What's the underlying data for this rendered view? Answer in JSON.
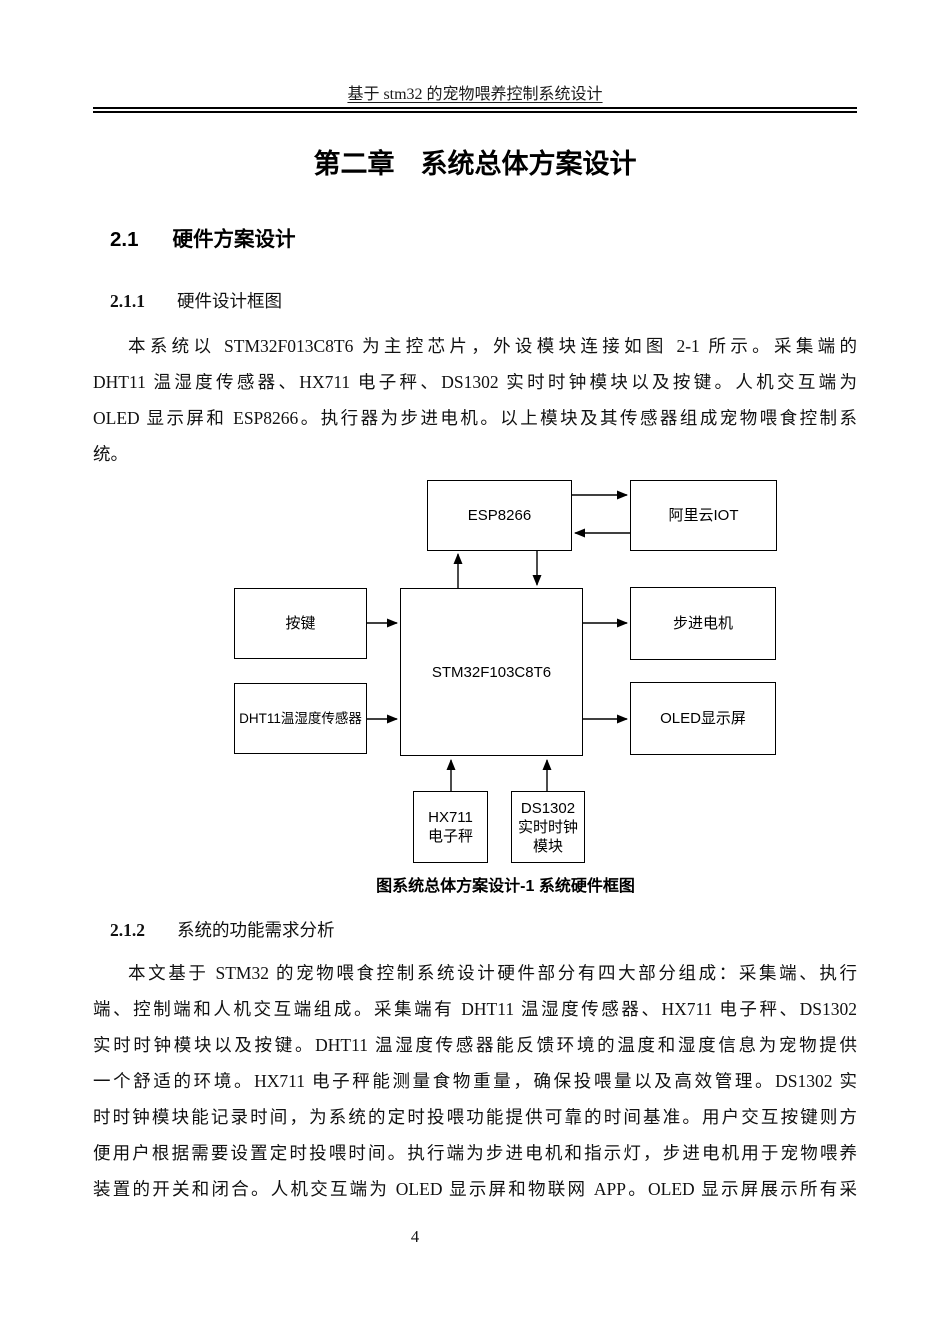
{
  "page": {
    "running_header": "基于 stm32 的宠物喂养控制系统设计",
    "page_number": "4"
  },
  "chapter": {
    "number": "第二章",
    "title": "系统总体方案设计"
  },
  "sections": {
    "s21": {
      "number": "2.1",
      "title": "硬件方案设计"
    },
    "s211": {
      "number": "2.1.1",
      "title": "硬件设计框图"
    },
    "s212": {
      "number": "2.1.2",
      "title": "系统的功能需求分析"
    }
  },
  "paragraph1": {
    "lines": [
      "本系统以 STM32F013C8T6 为主控芯片，外设模块连接如图 2-1 所示。采集端的",
      "DHT11 温湿度传感器、HX711 电子秤、DS1302 实时时钟模块以及按键。人机交互端为",
      "OLED 显示屏和 ESP8266。执行器为步进电机。以上模块及其传感器组成宠物喂食控制系",
      "统。"
    ]
  },
  "paragraph2": {
    "lines": [
      "本文基于 STM32 的宠物喂食控制系统设计硬件部分有四大部分组成：采集端、执行",
      "端、控制端和人机交互端组成。采集端有 DHT11 温湿度传感器、HX711 电子秤、DS1302",
      "实时时钟模块以及按键。DHT11 温湿度传感器能反馈环境的温度和湿度信息为宠物提供",
      "一个舒适的环境。HX711 电子秤能测量食物重量，确保投喂量以及高效管理。DS1302 实",
      "时时钟模块能记录时间，为系统的定时投喂功能提供可靠的时间基准。用户交互按键则方",
      "便用户根据需要设置定时投喂时间。执行端为步进电机和指示灯，步进电机用于宠物喂养",
      "装置的开关和闭合。人机交互端为 OLED 显示屏和物联网 APP。OLED 显示屏展示所有采"
    ]
  },
  "diagram": {
    "boxes": {
      "esp8266": "ESP8266",
      "aliyun_iot": "阿里云IOT",
      "button": "按键",
      "mcu": "STM32F103C8T6",
      "stepper_motor": "步进电机",
      "dht11": "DHT11温湿度传感器",
      "oled": "OLED显示屏",
      "hx711": "HX711\n电子秤",
      "ds1302": "DS1302\n实时时钟\n模块"
    },
    "caption": "图系统总体方案设计-1 系统硬件框图"
  },
  "colors": {
    "text": "#111111",
    "diagram_line": "#000000",
    "background": "#ffffff"
  }
}
